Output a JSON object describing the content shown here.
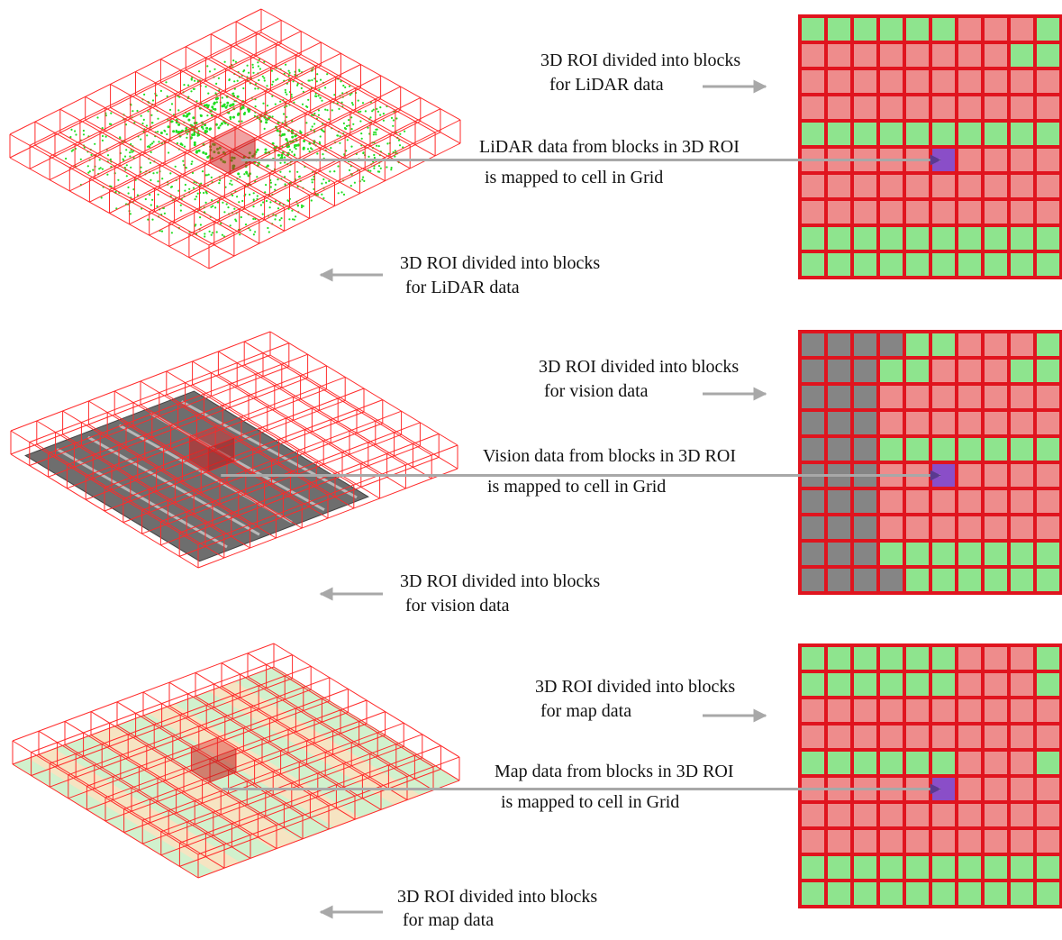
{
  "colors": {
    "grid_border": "#e0141e",
    "cell_red": "#ee8c8c",
    "cell_green": "#8ee48e",
    "cell_gray": "#858585",
    "cell_mapped": "#8a4ec8",
    "arrow": "#a8a8a8",
    "wire": "#ff2a2a",
    "lidar_points": "#22dd22",
    "map_band": "#c6eec0"
  },
  "panels": [
    {
      "id": "lidar",
      "kind": "lidar",
      "label_top_line1": "3D ROI divided into blocks",
      "label_top_line2": "for LiDAR data",
      "label_mid_line1": "LiDAR data from blocks in 3D ROI",
      "label_mid_line2": "is mapped to cell in Grid",
      "label_bottom_line1": "3D ROI divided into blocks",
      "label_bottom_line2": "for LiDAR data",
      "grid": [
        "GGGGGGRRRG",
        "RRRRRRRRGG",
        "RRRRRRRRRR",
        "RRRRRRRRRR",
        "GGGGGGGGGG",
        "RRRRRXRRRR",
        "RRRRRRRRRR",
        "RRRRRRRRRR",
        "GGGGGGGGGG",
        "GGGGGGGGGG"
      ]
    },
    {
      "id": "vision",
      "kind": "vision",
      "label_top_line1": "3D ROI divided into blocks",
      "label_top_line2": "for vision data",
      "label_mid_line1": "Vision data from blocks in 3D ROI",
      "label_mid_line2": "is mapped to cell in Grid",
      "label_bottom_line1": "3D ROI divided into blocks",
      "label_bottom_line2": "for vision data",
      "grid": [
        "DDDDGGRRRG",
        "DDDGGRRRGG",
        "DDDRRRRRRR",
        "DDDRRRRRRR",
        "DDDGGGGGGG",
        "DDDRRXRRRR",
        "DDDRRRRRRR",
        "DDDRRRRRRR",
        "DDDGGGGGGG",
        "DDDDGGGGGG"
      ]
    },
    {
      "id": "map",
      "kind": "map",
      "label_top_line1": "3D ROI divided into blocks",
      "label_top_line2": "for map data",
      "label_mid_line1": "Map data from blocks in 3D ROI",
      "label_mid_line2": "is mapped to cell in Grid",
      "label_bottom_line1": "3D ROI divided into blocks",
      "label_bottom_line2": "for map data",
      "grid": [
        "GGGGGGRRRG",
        "GGGGGGRRRG",
        "RRRRRRRRRR",
        "RRRRRRRRRR",
        "GGGGGGRRRG",
        "RRRRRXRRRR",
        "RRRRRRRRRR",
        "RRRRRRRRRR",
        "GGGGGGGGGG",
        "GGGGGGGGGG"
      ]
    }
  ]
}
